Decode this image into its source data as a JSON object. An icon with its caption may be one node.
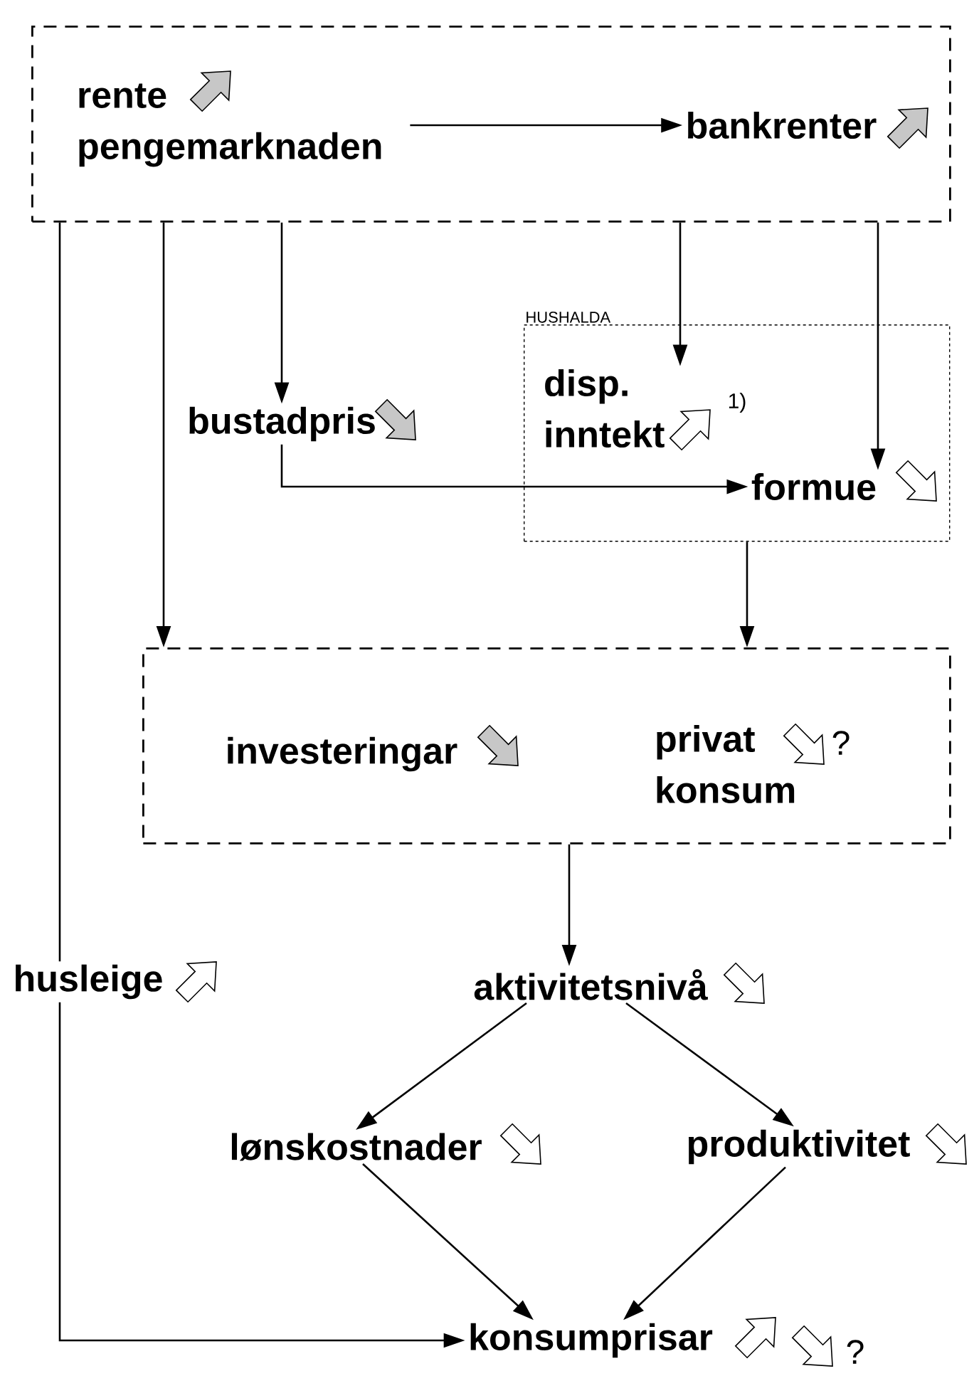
{
  "diagram": {
    "nodes": [
      {
        "text": [],
        "shape": "box"
      },
      {
        "text": [
          "rente pengemarknaden"
        ],
        "in": 0
      },
      {
        "text": [
          "bankrenter"
        ],
        "in": 0
      },
      {
        "text": [
          "HUSHALDA"
        ]
      },
      {
        "text": [
          "bustadpris"
        ]
      },
      {
        "text": [
          "disp. inntekt"
        ],
        "in": 3,
        "beside": [
          "1)"
        ]
      },
      {
        "text": [
          "formue"
        ],
        "in": 3
      },
      {
        "text": [],
        "shape": "box"
      },
      {
        "text": [
          "investeringar"
        ],
        "in": 7
      },
      {
        "text": [
          "privat konsum"
        ],
        "in": 7,
        "beside": [
          "?"
        ]
      },
      {
        "text": [
          "husleige"
        ]
      },
      {
        "text": [
          "aktivitetsnivå"
        ]
      },
      {
        "text": [
          "lønskostnader"
        ]
      },
      {
        "text": [
          "produktivitet"
        ]
      },
      {
        "text": [
          "konsumprisar"
        ],
        "beside": [
          "?"
        ]
      }
    ],
    "edges": [
      {
        "from": 1,
        "to": 2,
        "arrow": "to"
      },
      {
        "from": 0,
        "to": 4,
        "arrow": "to"
      },
      {
        "from": 0,
        "to": 5,
        "arrow": "to"
      },
      {
        "from": 0,
        "to": 6,
        "arrow": "to"
      },
      {
        "from": 4,
        "to": 6,
        "arrow": "to"
      },
      {
        "from": 0,
        "to": 7,
        "arrow": "to"
      },
      {
        "from": 3,
        "to": 7,
        "arrow": "to"
      },
      {
        "from": 7,
        "to": 11,
        "arrow": "to"
      },
      {
        "from": 11,
        "to": 12,
        "arrow": "to"
      },
      {
        "from": 11,
        "to": 13,
        "arrow": "to"
      },
      {
        "from": 12,
        "to": 14,
        "arrow": "to"
      },
      {
        "from": 13,
        "to": 14,
        "arrow": "to"
      },
      {
        "from": 0,
        "to": 10,
        "arrow": "none"
      },
      {
        "from": 10,
        "to": 14,
        "arrow": "to"
      }
    ]
  }
}
